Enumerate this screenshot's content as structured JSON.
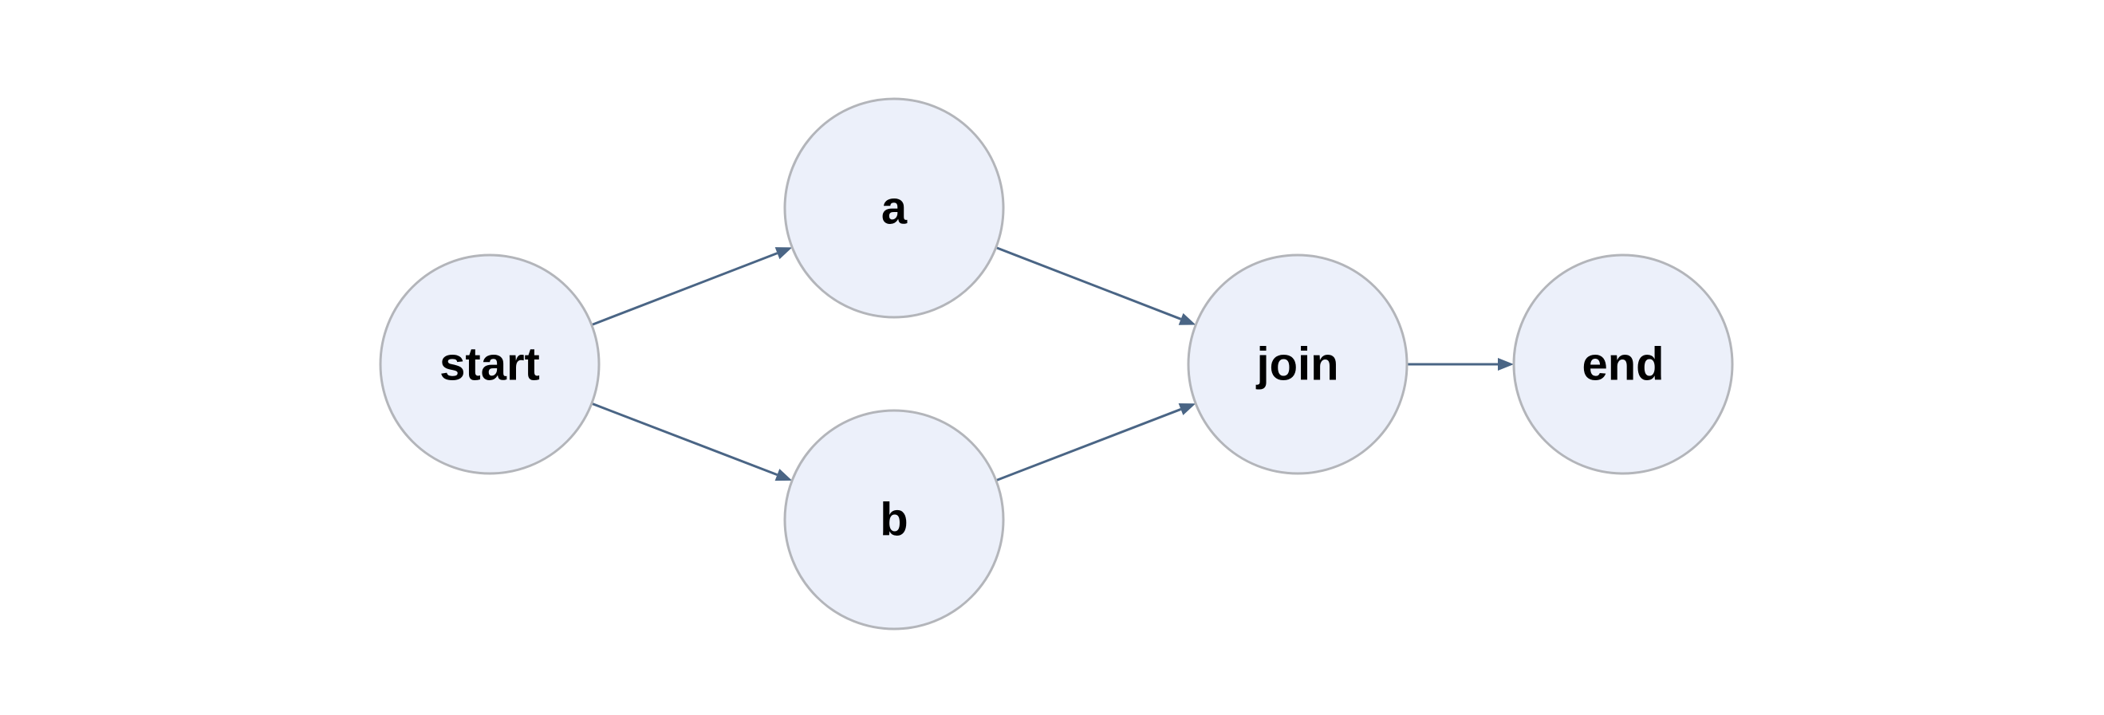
{
  "colors": {
    "node_fill": "#ecf0fa",
    "node_stroke": "#b3b5ba",
    "edge": "#4a6585",
    "label": "#000000",
    "background": "#ffffff"
  },
  "nodes": [
    {
      "id": "start",
      "label": "start"
    },
    {
      "id": "a",
      "label": "a"
    },
    {
      "id": "b",
      "label": "b"
    },
    {
      "id": "join",
      "label": "join"
    },
    {
      "id": "end",
      "label": "end"
    }
  ],
  "edges": [
    {
      "from": "start",
      "to": "a"
    },
    {
      "from": "start",
      "to": "b"
    },
    {
      "from": "a",
      "to": "join"
    },
    {
      "from": "b",
      "to": "join"
    },
    {
      "from": "join",
      "to": "end"
    }
  ]
}
